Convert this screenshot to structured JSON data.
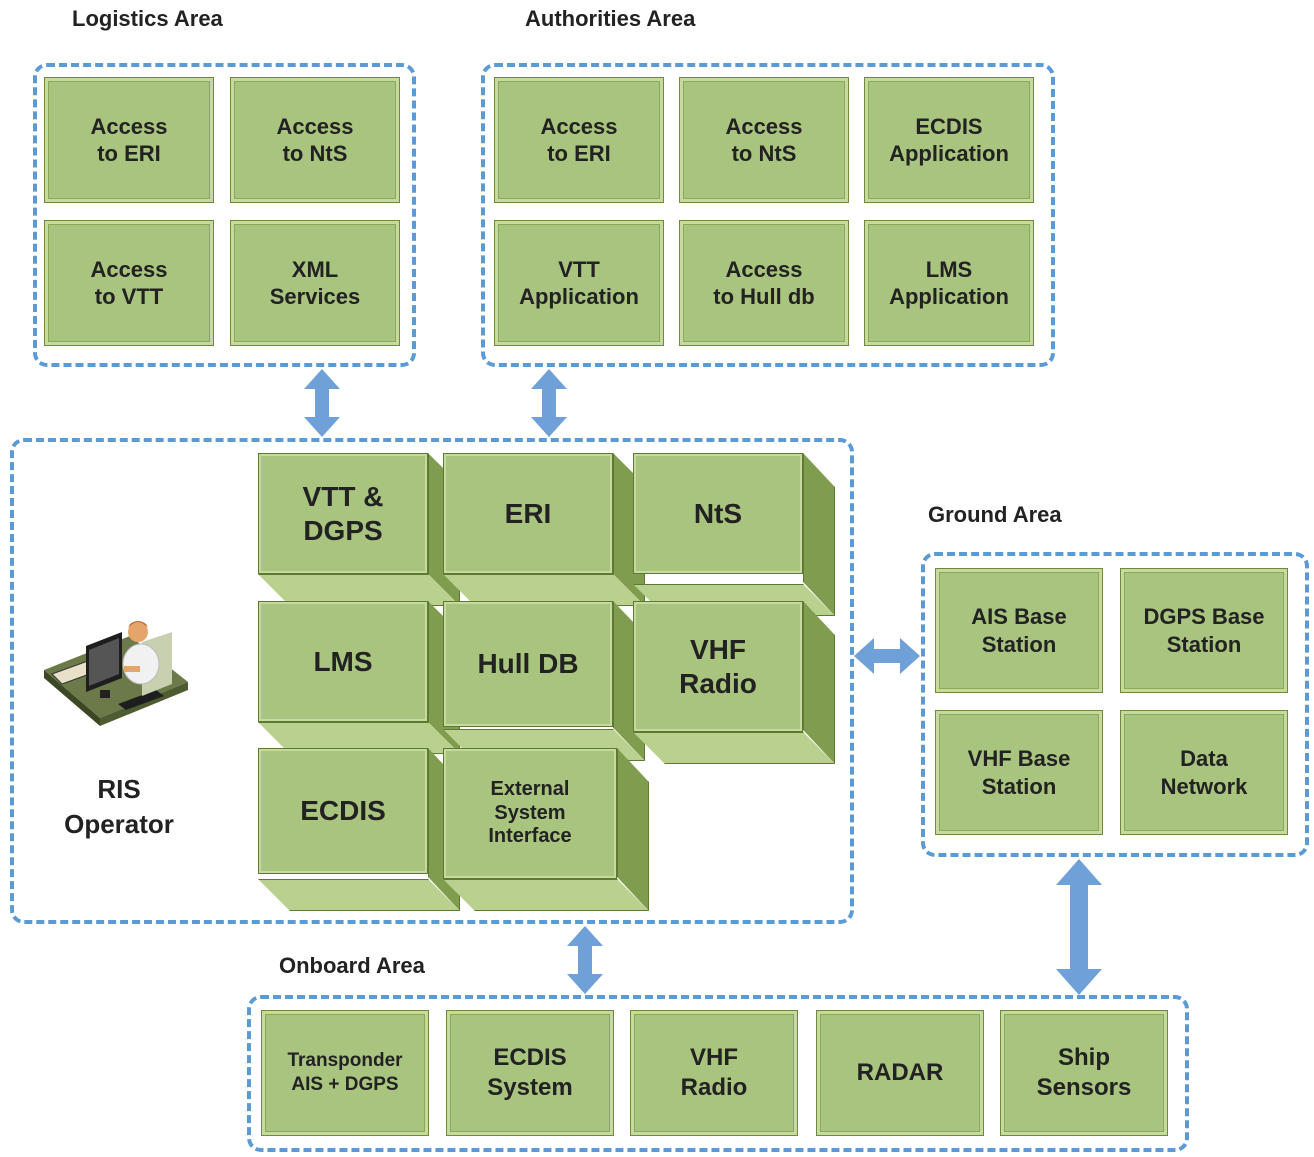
{
  "logistics": {
    "title": "Logistics Area",
    "boxes": [
      "Access\nto ERI",
      "Access\nto NtS",
      "Access\nto VTT",
      "XML\nServices"
    ]
  },
  "authorities": {
    "title": "Authorities Area",
    "boxes": [
      "Access\nto ERI",
      "Access\nto NtS",
      "ECDIS\nApplication",
      "VTT\nApplication",
      "Access\nto Hull db",
      "LMS\nApplication"
    ]
  },
  "central": {
    "operator_label": "RIS\nOperator",
    "cubes": [
      "VTT &\nDGPS",
      "ERI",
      "NtS",
      "LMS",
      "Hull DB",
      "VHF\nRadio",
      "ECDIS",
      "External\nSystem\nInterface"
    ]
  },
  "ground": {
    "title": "Ground Area",
    "boxes": [
      "AIS Base\nStation",
      "DGPS Base\nStation",
      "VHF Base\nStation",
      "Data\nNetwork"
    ]
  },
  "onboard": {
    "title": "Onboard Area",
    "boxes": [
      "Transponder\nAIS + DGPS",
      "ECDIS\nSystem",
      "VHF\nRadio",
      "RADAR",
      "Ship\nSensors"
    ]
  },
  "colors": {
    "box_fill": "#a9c47f",
    "box_side": "#809d4f",
    "box_top": "#b9d08f",
    "dashed_border": "#5b9bd5",
    "arrow": "#6fa0d8"
  },
  "icons": {
    "operator": "person-at-computer-icon"
  }
}
